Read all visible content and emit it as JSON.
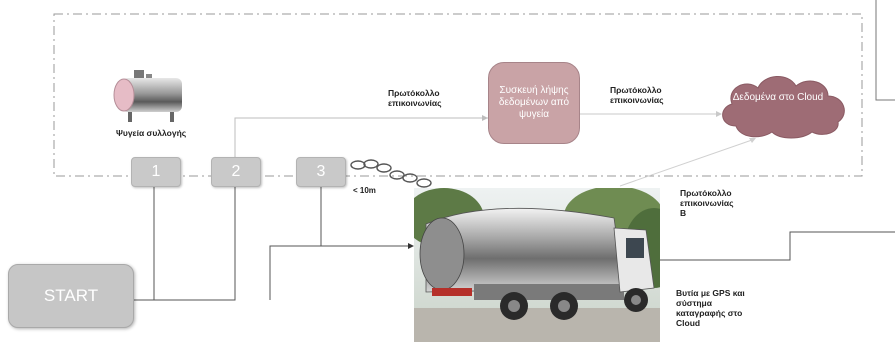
{
  "tanks_label": "Ψυγεία συλλογής",
  "boxes": [
    "1",
    "2",
    "3"
  ],
  "start_label": "START",
  "device_label": "Συσκευή λήψης δεδομένων από ψυγεία",
  "protocol_label_left": "Πρωτόκολλο επικοινωνίας",
  "protocol_label_right": "Πρωτόκολλο επικοινωνίας",
  "cloud_label": "Δεδομένα στο Cloud",
  "distance_label": "< 10m",
  "protocol_b_label": "Πρωτόκολλο επικοινωνίας Β",
  "truck_label": "Βυτία με GPS και σύστημα καταγραφής στο Cloud",
  "colors": {
    "box": "#c9c9c9",
    "device": "#c9a3a6",
    "cloud": "#9e6c75"
  }
}
